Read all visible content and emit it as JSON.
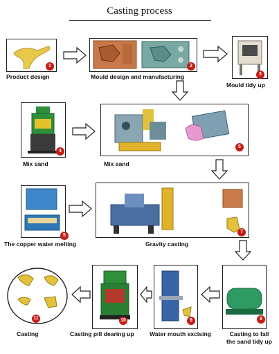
{
  "title": "Casting process",
  "steps": [
    {
      "label": "Product design",
      "num": "1"
    },
    {
      "label": "Mould  design and manufacturing",
      "num": "2"
    },
    {
      "label": "Mould  tidy up",
      "num": "3"
    },
    {
      "label": "Mix sand",
      "num": "4"
    },
    {
      "label": "Mix sand",
      "num": "5"
    },
    {
      "label": "The copper water melting",
      "num": "5"
    },
    {
      "label": "Gravity casting",
      "num": "7"
    },
    {
      "label": "Casting to fall",
      "label2": "the sand tidy up",
      "num": "8"
    },
    {
      "label": "Water mouth excising",
      "num": "9"
    },
    {
      "label": "Casting pill dearing up",
      "num": "10"
    },
    {
      "label": "Casting",
      "num": "11"
    }
  ]
}
